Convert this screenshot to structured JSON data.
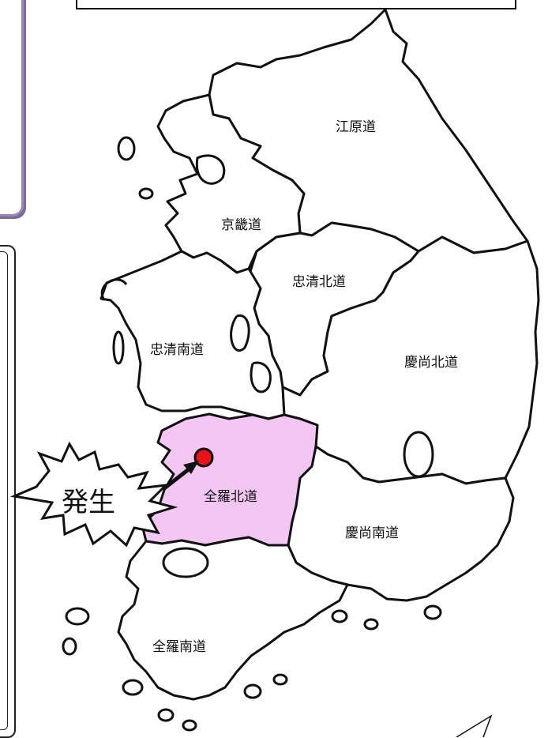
{
  "map": {
    "regions": [
      {
        "id": "gangwon",
        "label": "江原道",
        "fill": "#ffffff"
      },
      {
        "id": "gyeonggi",
        "label": "京畿道",
        "fill": "#ffffff"
      },
      {
        "id": "chungbuk",
        "label": "忠清北道",
        "fill": "#ffffff"
      },
      {
        "id": "chungnam",
        "label": "忠清南道",
        "fill": "#ffffff"
      },
      {
        "id": "gyeongbuk",
        "label": "慶尚北道",
        "fill": "#ffffff"
      },
      {
        "id": "jeonbuk",
        "label": "全羅北道",
        "fill": "#f4c6f4"
      },
      {
        "id": "gyeongnam",
        "label": "慶尚南道",
        "fill": "#ffffff"
      },
      {
        "id": "jeonnam",
        "label": "全羅南道",
        "fill": "#ffffff"
      }
    ],
    "highlight_color": "#f4c6f4",
    "marker_color": "#e8141a",
    "outline_color": "#111111"
  },
  "callout": {
    "label": "発生",
    "icon": "explosion-burst-icon",
    "arrow_icon": "arrow-icon"
  }
}
